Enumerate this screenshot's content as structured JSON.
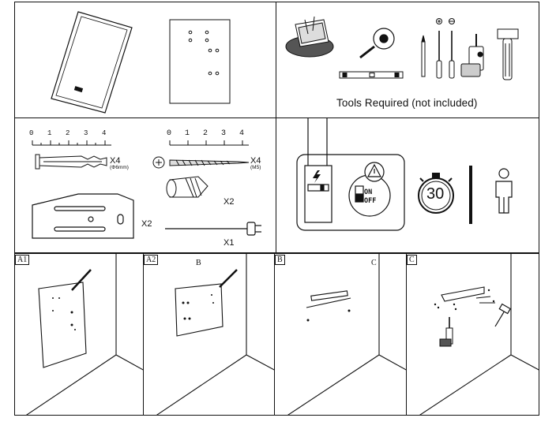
{
  "tools_panel": {
    "caption": "Tools Required (not included)"
  },
  "hardware_panel": {
    "ruler_left_ticks": [
      "0",
      "1",
      "2",
      "3",
      "4"
    ],
    "ruler_right_ticks": [
      "0",
      "1",
      "2",
      "3",
      "4"
    ],
    "anchor_qty": "X4",
    "anchor_spec": "(Φ6mm)",
    "screw_qty": "X4",
    "screw_spec": "(M5)",
    "bracket_qty": "X2",
    "cap_qty": "X2",
    "cable_qty": "X1"
  },
  "safety_panel": {
    "switch_on": "ON",
    "switch_off": "OFF",
    "timer_value": "30",
    "warning_symbol": "!"
  },
  "steps": [
    {
      "label": "A1"
    },
    {
      "label": "A2",
      "marker": "B"
    },
    {
      "label": "B",
      "marker": "C"
    },
    {
      "label": "C"
    }
  ]
}
